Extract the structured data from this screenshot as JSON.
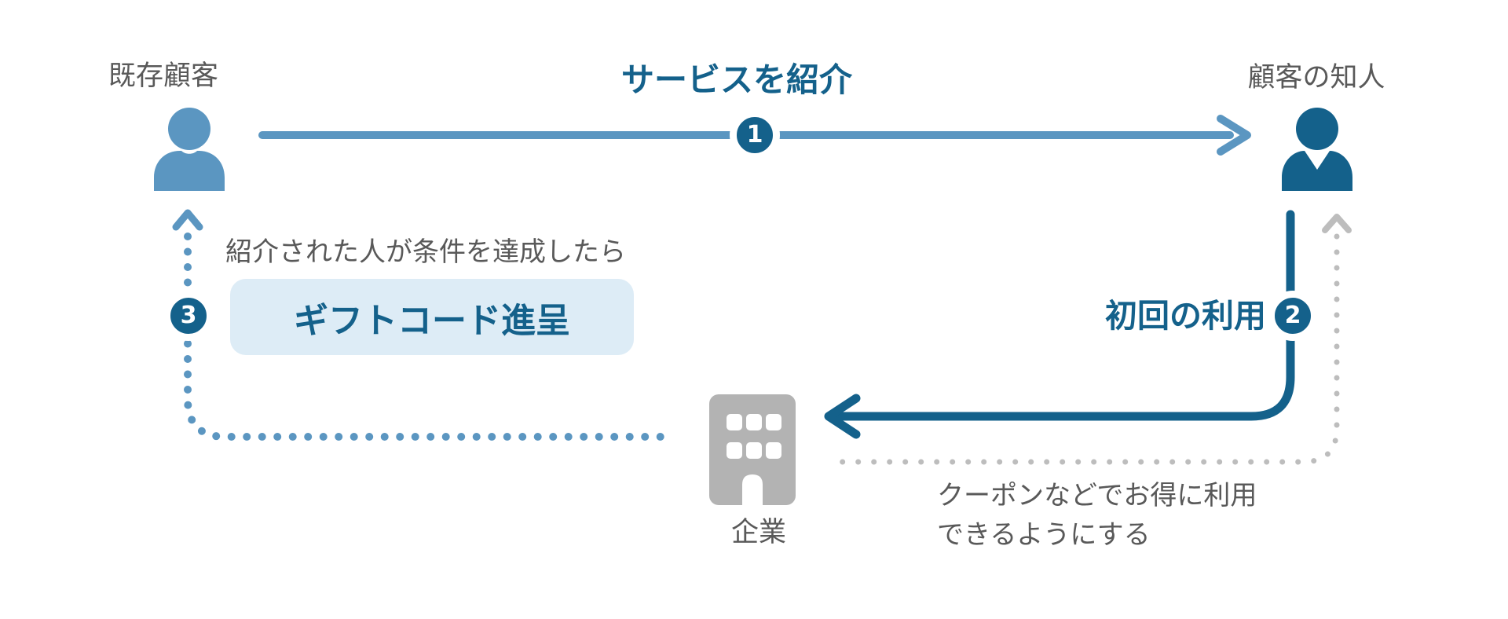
{
  "colors": {
    "accent_dark": "#14618b",
    "accent_light": "#5b96c1",
    "neutral_gray": "#b3b3b3",
    "dot_gray": "#bdbdbd",
    "text_gray": "#595959",
    "highlight_bg": "#ddecf6"
  },
  "actors": {
    "existing_customer": {
      "label": "既存顧客"
    },
    "friend": {
      "label": "顧客の知人"
    },
    "company": {
      "label": "企業"
    }
  },
  "steps": [
    {
      "number": "1",
      "label": "サービスを紹介"
    },
    {
      "number": "2",
      "label": "初回の利用"
    },
    {
      "number": "3",
      "label": "ギフトコード進呈",
      "condition": "紹介された人が条件を達成したら"
    }
  ],
  "notes": {
    "coupon_line1": "クーポンなどでお得に利用",
    "coupon_line2": "できるようにする"
  }
}
